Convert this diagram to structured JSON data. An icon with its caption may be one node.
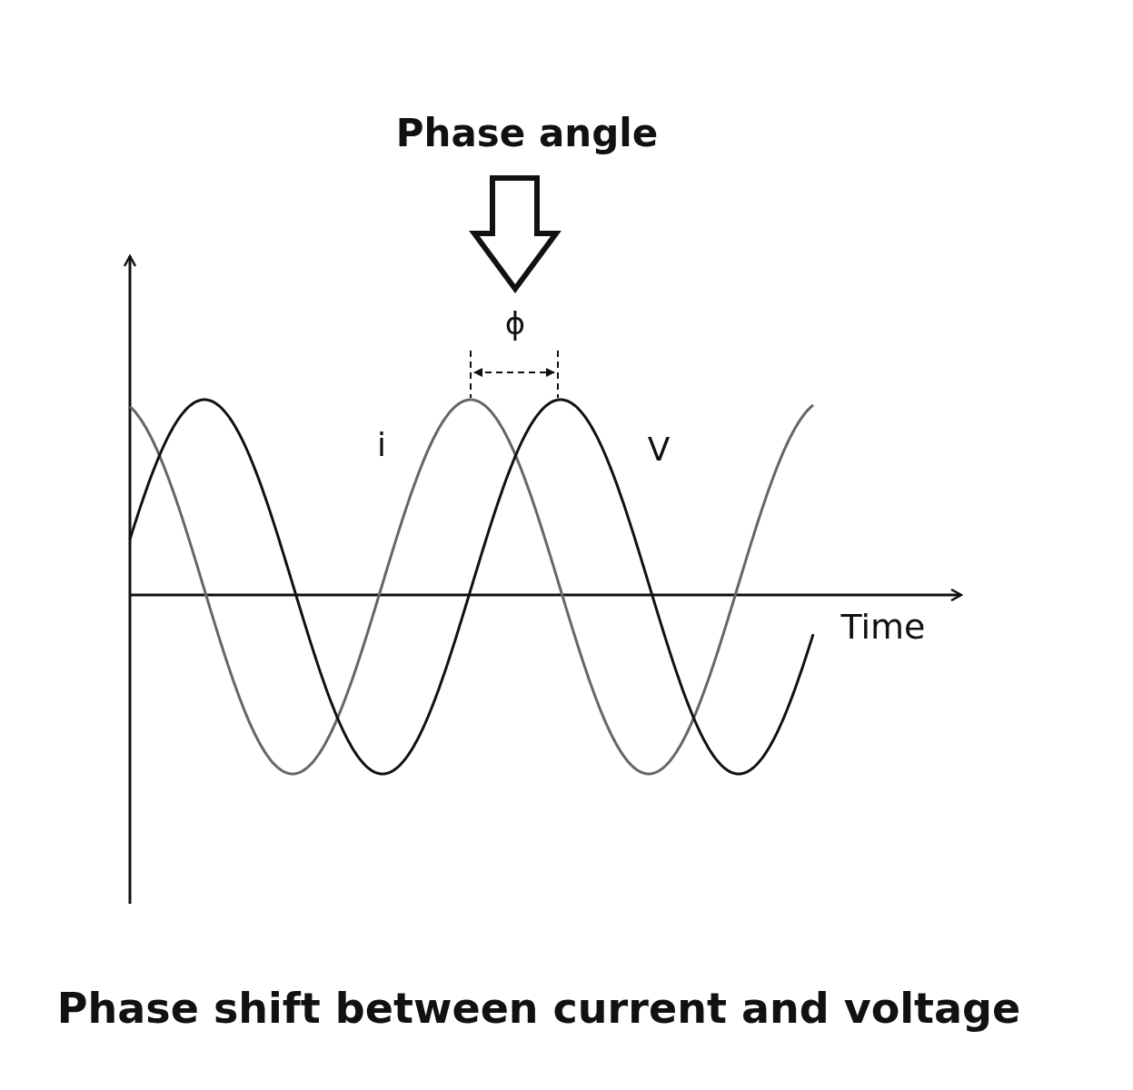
{
  "diagram": {
    "caption": "Phase shift between current and voltage",
    "labels": [
      "Phase angle",
      "ϕ",
      "i",
      "V",
      "Time"
    ]
  }
}
